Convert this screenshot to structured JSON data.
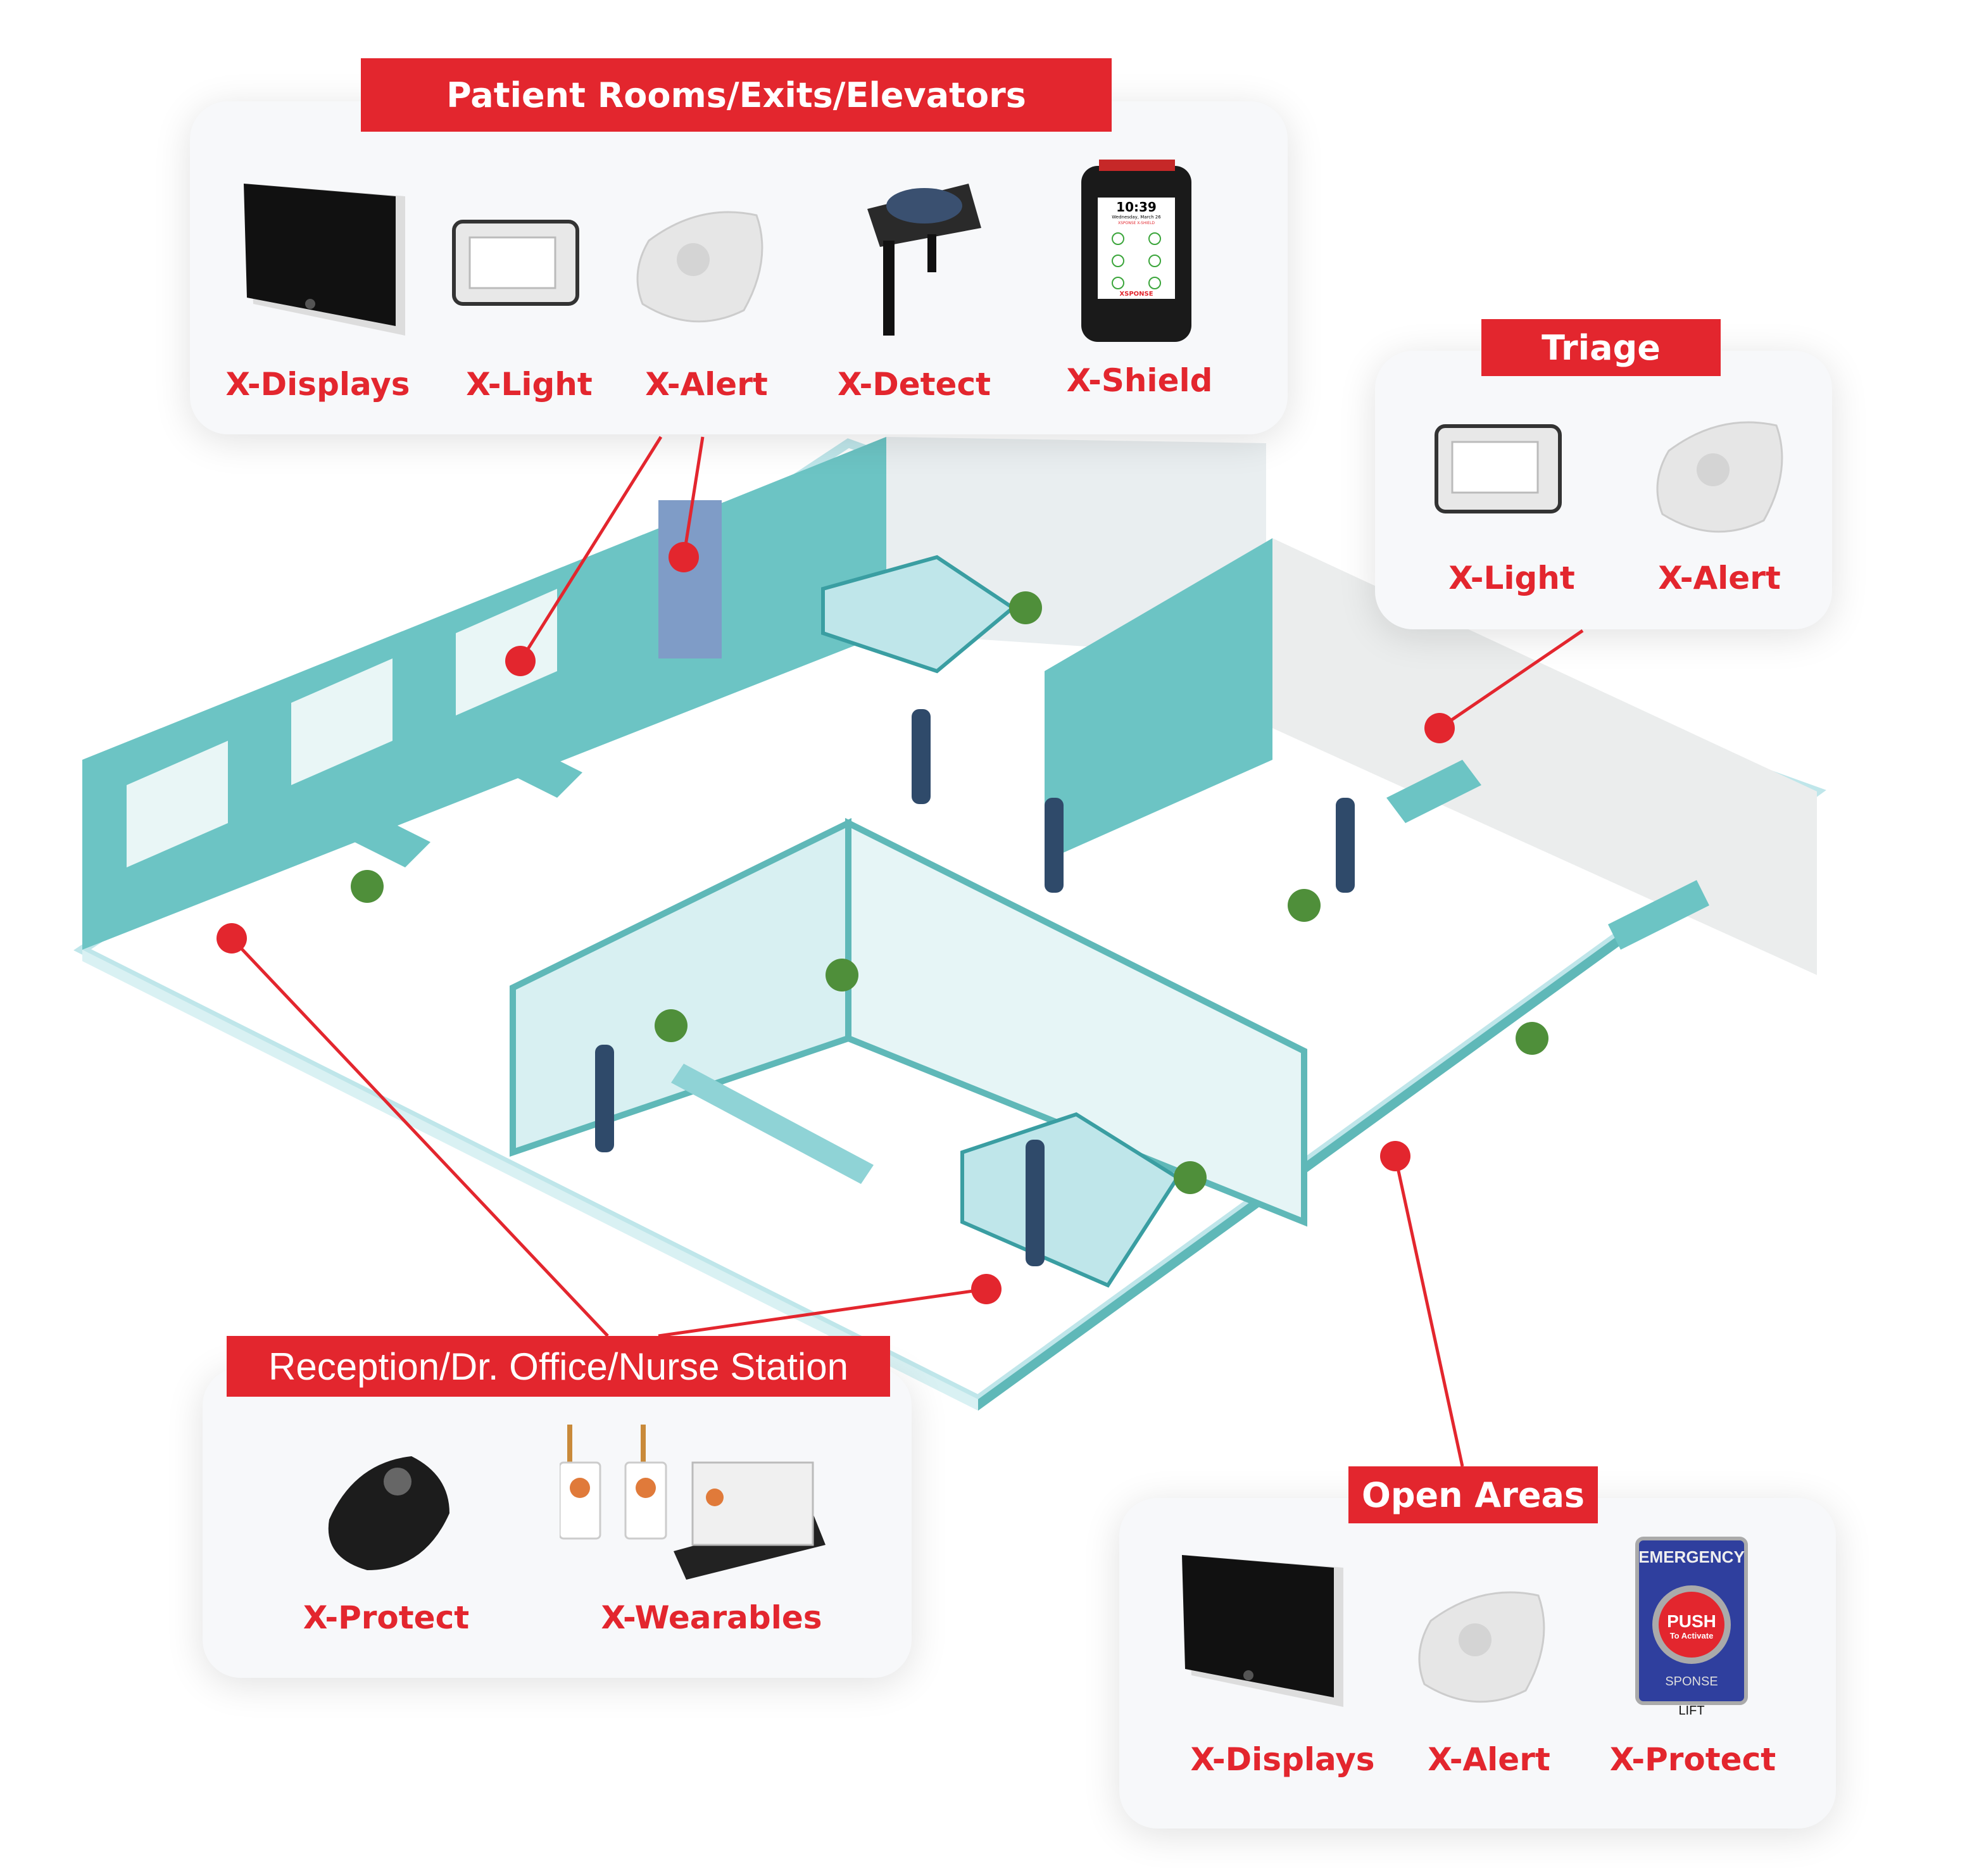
{
  "panels": {
    "patient_rooms": {
      "title": "Patient Rooms/Exits/Elevators",
      "devices": [
        "X-Displays",
        "X-Light",
        "X-Alert",
        "X-Detect",
        "X-Shield"
      ]
    },
    "triage": {
      "title": "Triage",
      "devices": [
        "X-Light",
        "X-Alert"
      ]
    },
    "reception": {
      "title": "Reception/Dr. Office/Nurse Station",
      "devices": [
        "X-Protect",
        "X-Wearables"
      ]
    },
    "open_areas": {
      "title": "Open Areas",
      "devices": [
        "X-Displays",
        "X-Alert",
        "X-Protect"
      ]
    }
  },
  "device_text": {
    "shield_time": "10:39",
    "shield_date": "Wednesday, March 26",
    "shield_name": "XSPONSE X-SHIELD",
    "brand": "XSPONSE",
    "button_top": "EMERGENCY",
    "button_push": "PUSH",
    "button_sub": "To Activate",
    "button_brand": "SPONSE",
    "button_lift": "LIFT"
  },
  "colors": {
    "accent": "#e3262e",
    "teal": "#6cc4c4",
    "floor": "#ffffff"
  }
}
